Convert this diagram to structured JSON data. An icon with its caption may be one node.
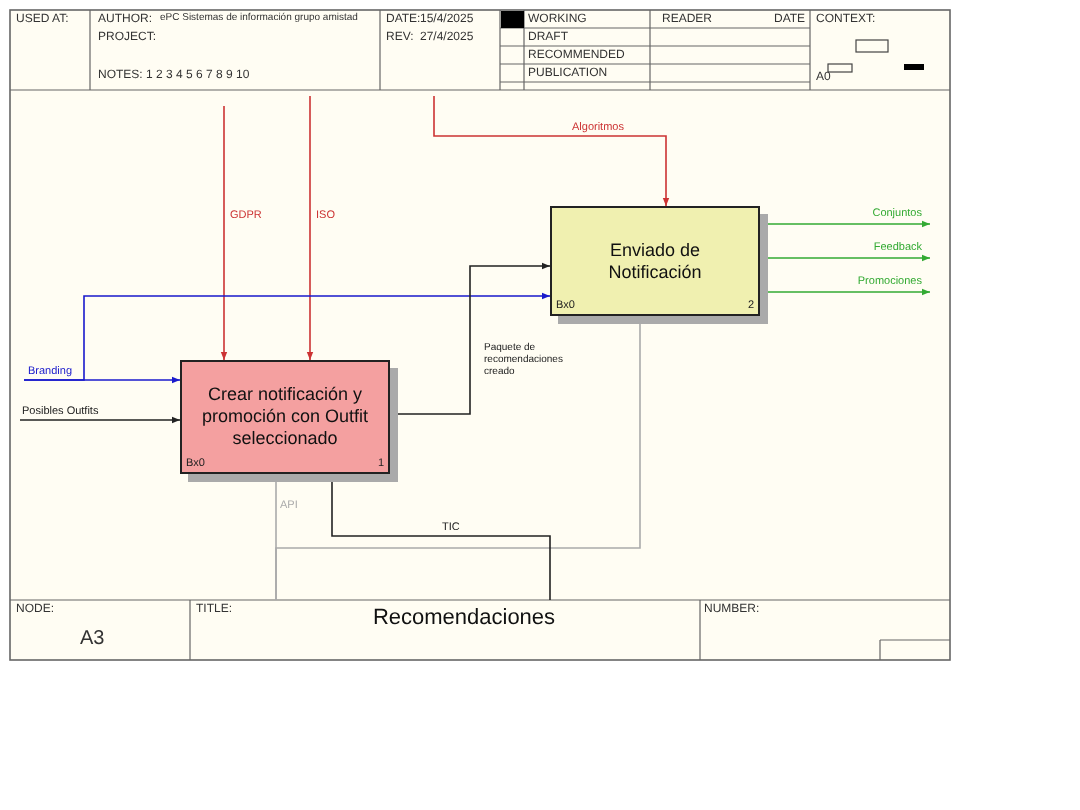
{
  "diagram": {
    "title": "Recomendaciones",
    "nodes": [
      {
        "text": [
          "Crear notificación y promoción con Outfit seleccionado",
          "Bx0",
          "1"
        ]
      },
      {
        "text": [
          "Enviado de Notificación",
          "Bx0",
          "2"
        ]
      }
    ],
    "edges": [
      {
        "from": null,
        "to": 0,
        "arrow": "to",
        "label": "GDPR",
        "color": "#cc3333"
      },
      {
        "from": null,
        "to": 0,
        "arrow": "to",
        "label": "ISO",
        "color": "#cc3333"
      },
      {
        "from": null,
        "to": 1,
        "arrow": "to",
        "label": "Algoritmos",
        "color": "#cc3333"
      },
      {
        "from": null,
        "to": 0,
        "arrow": "to",
        "label": "Branding",
        "color": "#1a1acc"
      },
      {
        "from": null,
        "to": 1,
        "arrow": "to",
        "color": "#1a1acc"
      },
      {
        "from": null,
        "to": 0,
        "arrow": "to",
        "label": "Posibles Outfits",
        "color": "#222222"
      },
      {
        "from": 0,
        "to": 1,
        "arrow": "to",
        "label": "Paquete de recomendaciones creado",
        "color": "#222222"
      },
      {
        "from": 1,
        "to": null,
        "arrow": "to",
        "label": "Conjuntos",
        "color": "#33aa33"
      },
      {
        "from": 1,
        "to": null,
        "arrow": "to",
        "label": "Feedback",
        "color": "#33aa33"
      },
      {
        "from": 1,
        "to": null,
        "arrow": "to",
        "label": "Promociones",
        "color": "#33aa33"
      },
      {
        "from": null,
        "to": 0,
        "arrow": "to",
        "label": "API",
        "color": "#aaaaaa"
      },
      {
        "from": null,
        "to": 1,
        "arrow": "to",
        "color": "#aaaaaa"
      },
      {
        "from": null,
        "to": 0,
        "arrow": "to",
        "label": "TIC",
        "color": "#222222"
      }
    ],
    "labels": [
      "USED AT:",
      "AUTHOR:",
      "ePC Sistemas de información grupo amistad",
      "PROJECT:",
      "NOTES:",
      "1 2 3 4 5 6 7 8 9 10",
      "DATE:",
      "15/4/2025",
      "REV:",
      "27/4/2025",
      "WORKING",
      "DRAFT",
      "RECOMMENDED",
      "PUBLICATION",
      "READER",
      "DATE",
      "CONTEXT:",
      "A0",
      "NODE:",
      "A3",
      "TITLE:",
      "NUMBER:"
    ]
  }
}
